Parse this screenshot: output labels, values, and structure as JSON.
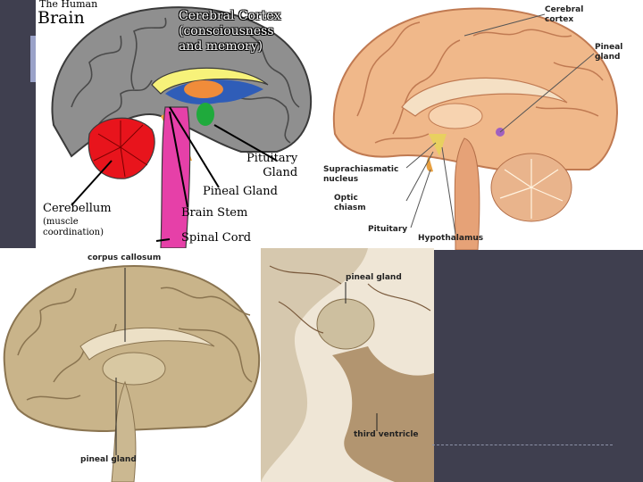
{
  "panel_cartoon": {
    "title_small": "The Human",
    "title_large": "Brain",
    "cortex_label": "Cerebral Cortex\n(consciousness\nand memory)",
    "pituitary_label": "Pituitary\nGland",
    "pineal_label": "Pineal Gland",
    "cerebellum_label": "Cerebellum",
    "cerebellum_note": "(muscle\ncoordination)",
    "brainstem_label": "Brain Stem",
    "spinalcord_label": "Spinal Cord"
  },
  "panel_illustration": {
    "cortex_label": "Cerebral\ncortex",
    "pineal_label": "Pineal\ngland",
    "suprachiasmatic_label": "Suprachiasmatic\nnucleus",
    "optic_label": "Optic\nchiasm",
    "pituitary_label": "Pituitary",
    "hypothalamus_label": "Hypothalamus"
  },
  "panel_specimen": {
    "corpus_label": "corpus callosum",
    "pineal_label": "pineal gland"
  },
  "panel_closeup": {
    "pineal_label": "pineal gland",
    "ventricle_label": "third ventricle"
  },
  "colors": {
    "slide_bg": "#3f3f4f",
    "cortex_cartoon": "#8f8f8f",
    "cerebellum_cartoon": "#e8141c",
    "brainstem_cartoon": "#e640a8",
    "cortex_illustration": "#f0b88a"
  }
}
